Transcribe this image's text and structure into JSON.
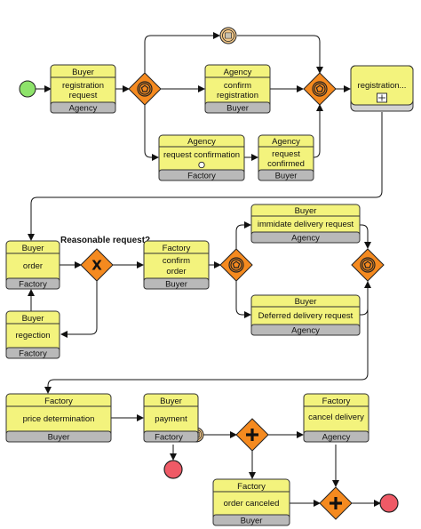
{
  "tasks": {
    "buyer_registration_request": {
      "top": "Buyer",
      "lines": [
        "registration",
        "request"
      ],
      "bottom": "Agency"
    },
    "agency_confirm_registration": {
      "top": "Agency",
      "lines": [
        "confirm",
        "registration"
      ],
      "bottom": "Buyer"
    },
    "registration_subprocess": {
      "lines": [
        "registration..."
      ]
    },
    "agency_request_confirmation": {
      "top": "Agency",
      "lines": [
        "request confirmation"
      ],
      "bottom": "Factory"
    },
    "agency_request_confirmed": {
      "top": "Agency",
      "lines": [
        "request",
        "confirmed"
      ],
      "bottom": "Buyer"
    },
    "buyer_order": {
      "top": "Buyer",
      "lines": [
        "order"
      ],
      "bottom": "Factory"
    },
    "buyer_regection": {
      "top": "Buyer",
      "lines": [
        "regection"
      ],
      "bottom": "Factory"
    },
    "factory_confirm_order": {
      "top": "Factory",
      "lines": [
        "confirm",
        "order"
      ],
      "bottom": "Buyer"
    },
    "buyer_immidate_delivery": {
      "top": "Buyer",
      "lines": [
        "immidate delivery request"
      ],
      "bottom": "Agency"
    },
    "buyer_deferred_delivery": {
      "top": "Buyer",
      "lines": [
        "Deferred delivery request"
      ],
      "bottom": "Agency"
    },
    "factory_price_determination": {
      "top": "Factory",
      "lines": [
        "price determination"
      ],
      "bottom": "Buyer"
    },
    "buyer_payment": {
      "top": "Buyer",
      "lines": [
        "payment"
      ],
      "bottom": "Factory"
    },
    "factory_cancel_delivery": {
      "top": "Factory",
      "lines": [
        "cancel delivery"
      ],
      "bottom": "Agency"
    },
    "factory_order_canceled": {
      "top": "Factory",
      "lines": [
        "order canceled"
      ],
      "bottom": "Buyer"
    }
  },
  "gateway_label": "Reasonable request?",
  "colors": {
    "task_fill": "#f3f37d",
    "band_fill": "#b9b9b9",
    "gateway_fill": "#f58a1f",
    "start_fill": "#8ee36b",
    "end_fill": "#ef5a66"
  }
}
